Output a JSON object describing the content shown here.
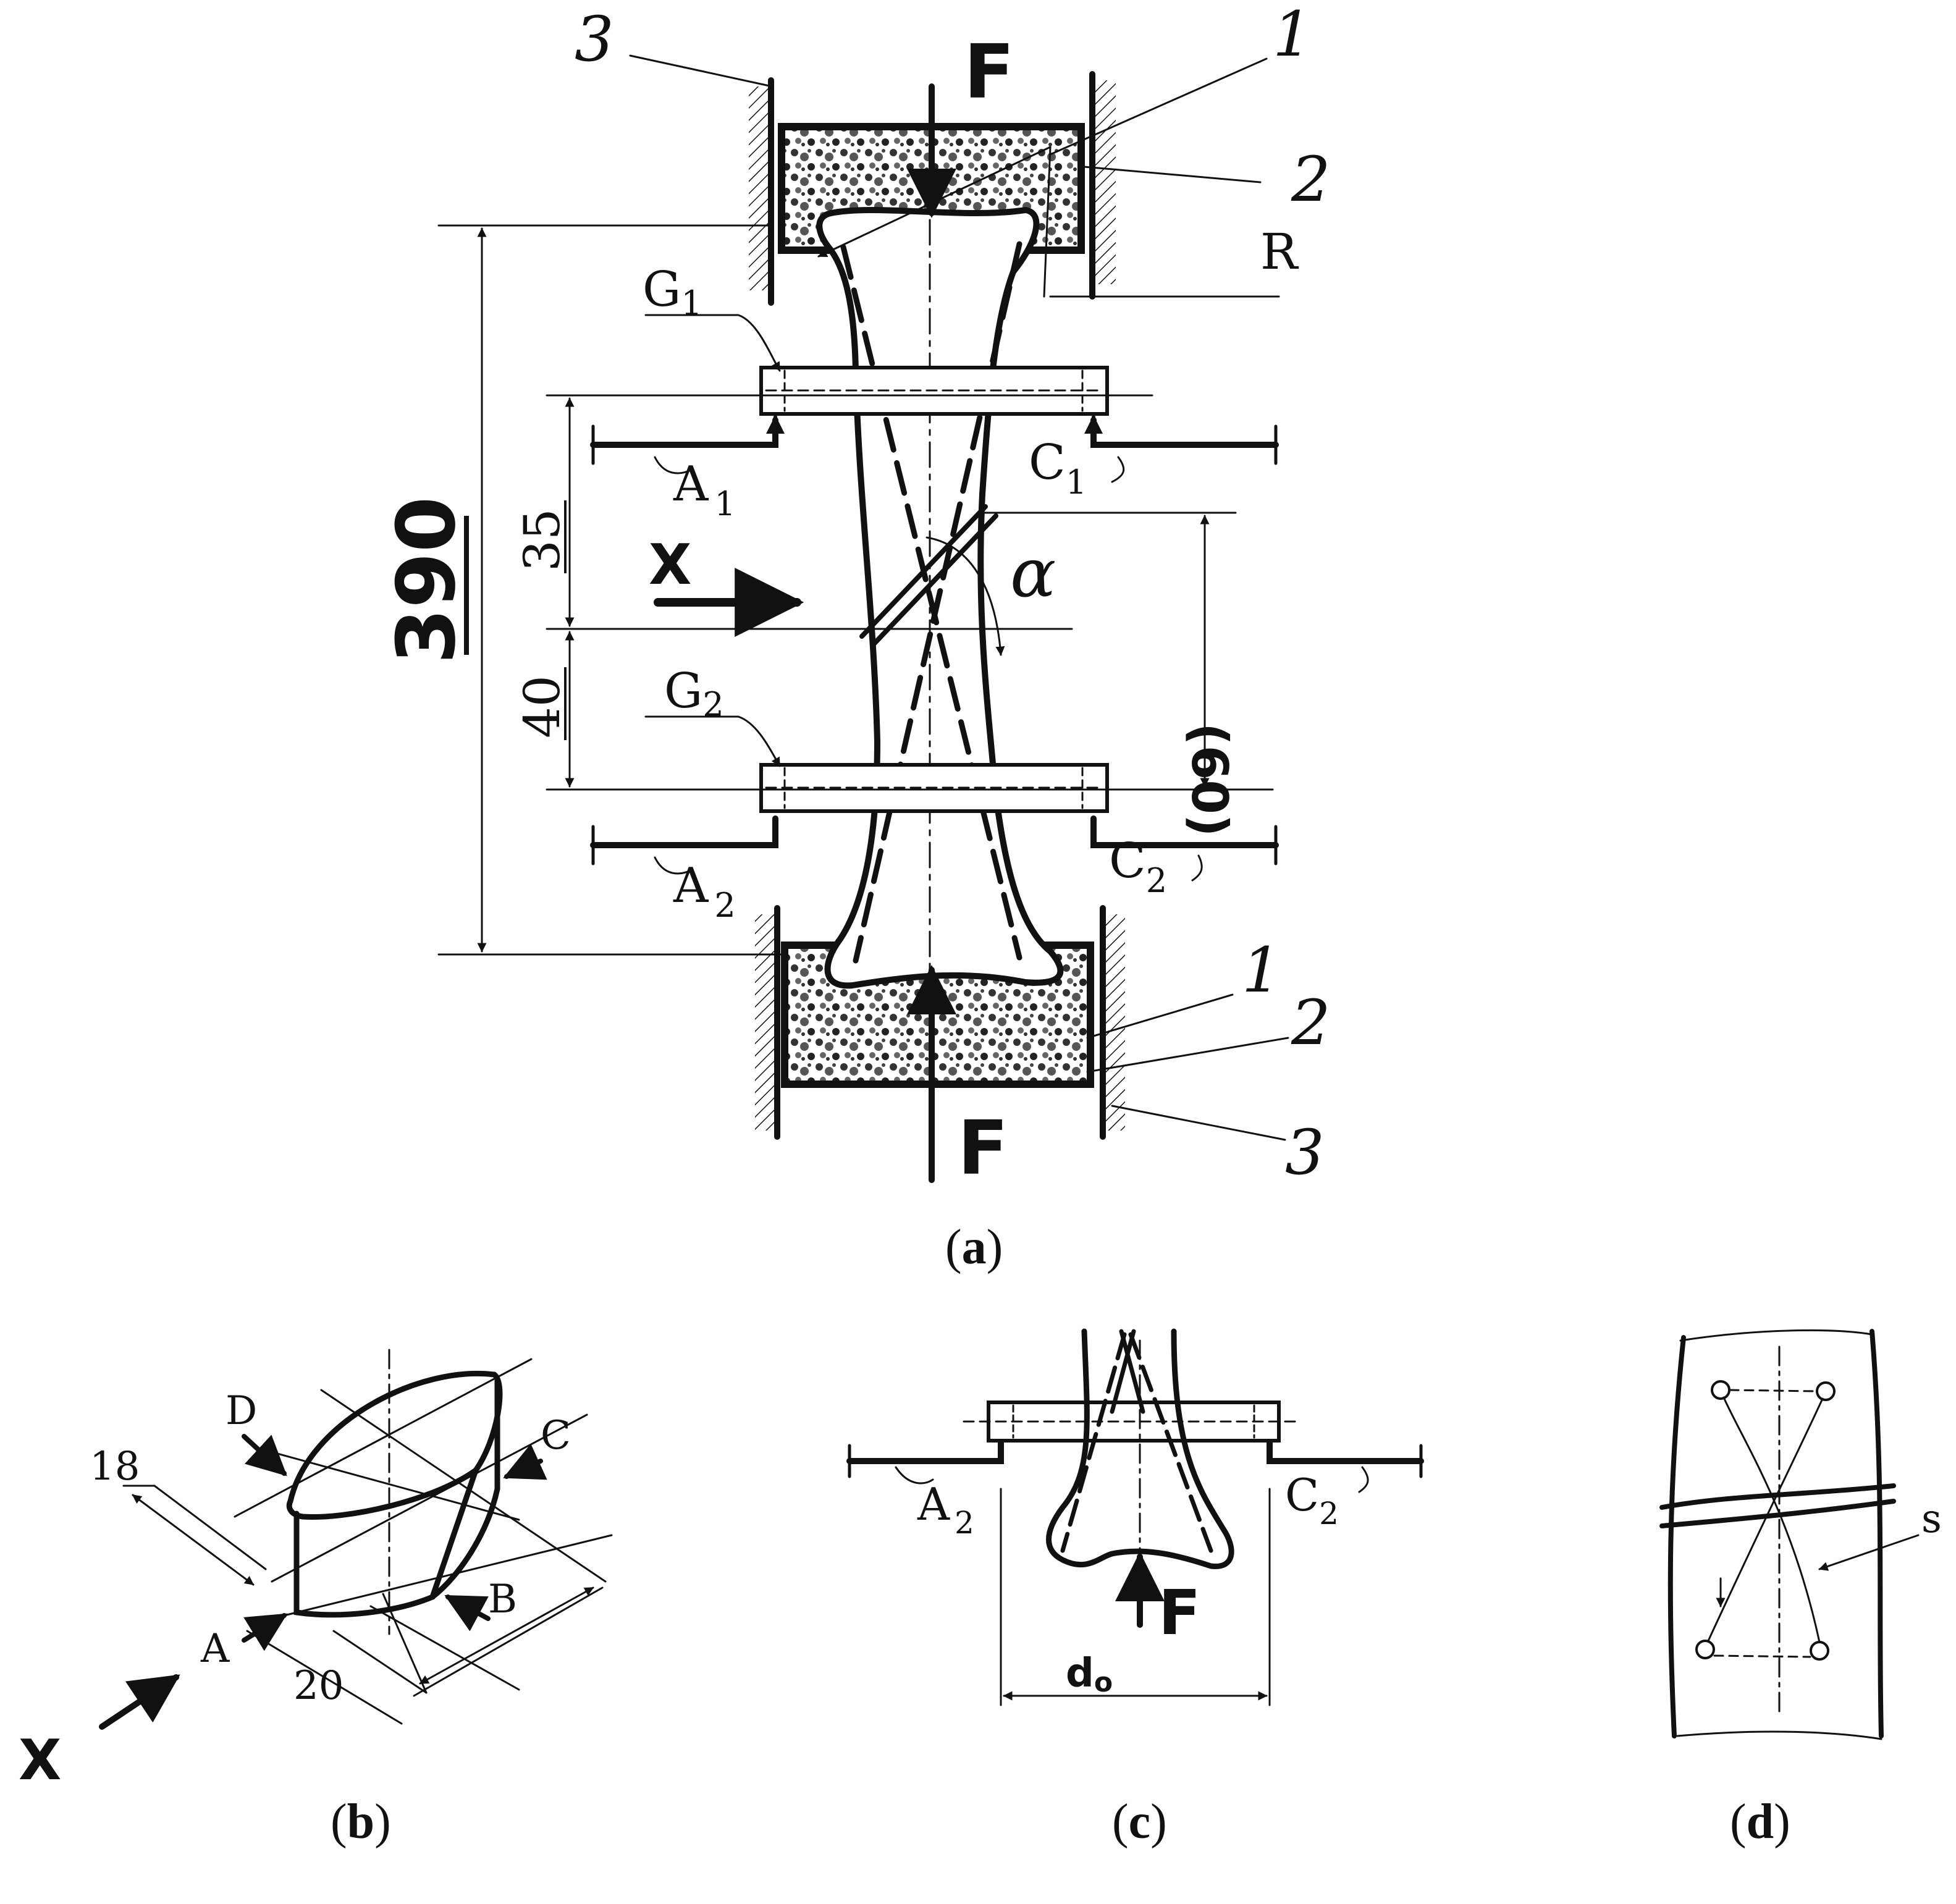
{
  "panel_a": {
    "force_top": "F",
    "force_bottom": "F",
    "label_1_top": "1",
    "label_2_top": "2",
    "label_3_top": "3",
    "label_1_bottom": "1",
    "label_2_bottom": "2",
    "label_3_bottom": "3",
    "radius_label": "R",
    "g1_label": "G",
    "g1_sub": "1",
    "g2_label": "G",
    "g2_sub": "2",
    "a1_label": "A",
    "a1_sub": "1",
    "c1_label": "C",
    "c1_sub": "1",
    "a2_label": "A",
    "a2_sub": "2",
    "c2_label": "C",
    "c2_sub": "2",
    "dim_total": "390",
    "dim_upper": "35",
    "dim_lower": "40",
    "dim_span": "(60)",
    "view_label": "X",
    "angle_label": "α",
    "caption_open": "(",
    "caption_letter": "a",
    "caption_close": ")"
  },
  "panel_b": {
    "dim_18": "18",
    "dim_20": "20",
    "label_a": "A",
    "label_b": "B",
    "label_c": "C",
    "label_d": "D",
    "view_label": "X",
    "caption_open": "(",
    "caption_letter": "b",
    "caption_close": ")"
  },
  "panel_c": {
    "a2_label": "A",
    "a2_sub": "2",
    "c2_label": "C",
    "c2_sub": "2",
    "force": "F",
    "dim_d": "d",
    "dim_d_sub": "o",
    "caption_open": "(",
    "caption_letter": "c",
    "caption_close": ")"
  },
  "panel_d": {
    "label_s": "s",
    "caption_open": "(",
    "caption_letter": "d",
    "caption_close": ")"
  },
  "colors": {
    "ink": "#111111",
    "background": "#ffffff",
    "fill_texture": "#555555"
  }
}
